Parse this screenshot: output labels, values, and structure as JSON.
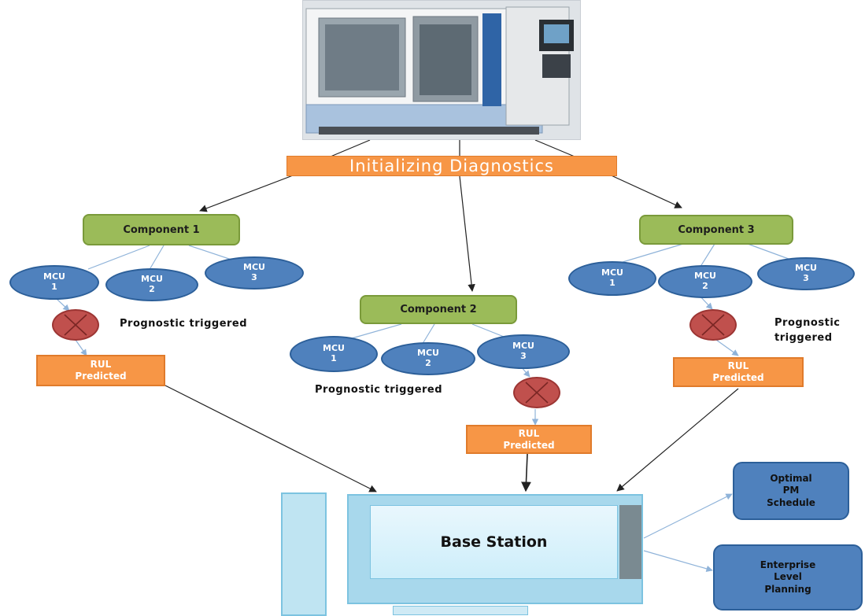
{
  "init": "Initializing Diagnostics",
  "components": [
    "Component 1",
    "Component 2",
    "Component 3"
  ],
  "mcu_label": "MCU",
  "mcu_numbers": [
    "1",
    "2",
    "3"
  ],
  "prognostic": {
    "one_line": "Prognostic triggered",
    "line1": "Prognostic",
    "line2": "triggered"
  },
  "rul": {
    "line1": "RUL",
    "line2": "Predicted"
  },
  "base_station": "Base Station",
  "outputs": {
    "pm": [
      "Optimal",
      "PM",
      "Schedule"
    ],
    "enterprise": [
      "Enterprise",
      "Level",
      "Planning"
    ]
  }
}
